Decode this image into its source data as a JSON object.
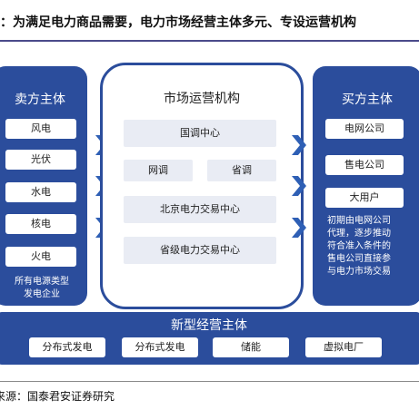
{
  "title": "：为满足电力商品需要，电力市场经营主体多元、专设运营机构",
  "seller": {
    "title": "卖方主体",
    "items": [
      "风电",
      "光伏",
      "水电",
      "核电",
      "火电"
    ],
    "note_line1": "所有电源类型",
    "note_line2": "发电企业"
  },
  "operator": {
    "title": "市场运营机构",
    "dispatch_center": "国调中心",
    "grid_dispatch": "网调",
    "province_dispatch": "省调",
    "beijing_exchange": "北京电力交易中心",
    "province_exchange": "省级电力交易中心"
  },
  "buyer": {
    "title": "买方主体",
    "items": [
      "电网公司",
      "售电公司",
      "大用户"
    ],
    "note_lines": [
      "初期由电网公司",
      "代理，逐步推动",
      "符合准入条件的",
      "售电公司直接参",
      "与电力市场交易"
    ]
  },
  "new_entities": {
    "title": "新型经营主体",
    "items": [
      "分布式发电",
      "分布式发电",
      "储能",
      "虚拟电厂"
    ]
  },
  "source": "来源：国泰君安证券研究",
  "colors": {
    "panel": "#2b4d9c",
    "box": "#e9ecf4",
    "arrow": "#2e5fb5"
  }
}
